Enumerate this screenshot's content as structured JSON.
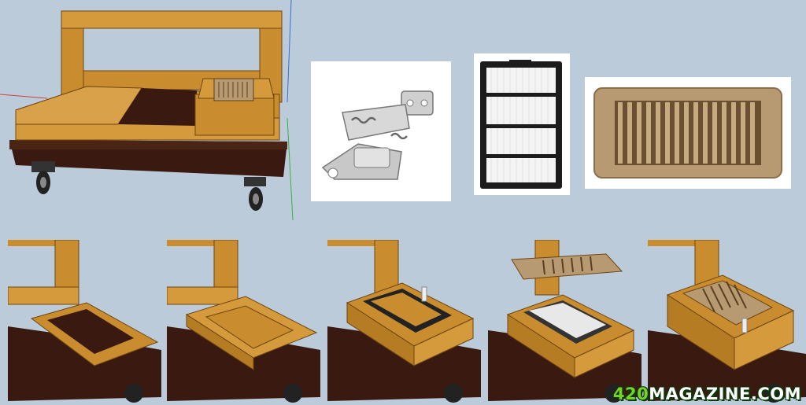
{
  "watermark": {
    "prefix": "420",
    "brand": "MAGAZINE",
    "suffix": ".COM"
  },
  "colors": {
    "background": "#bccbd9",
    "wood": "#c98d2f",
    "wood_dark": "#9a6418",
    "base": "#3a1a10",
    "vent": "#b89a72",
    "filter": "#1c1c1c"
  },
  "panels": {
    "main": "sketchup-cart-model",
    "latch": "toggle-latch-photo",
    "filter": "hepa-filter-photo",
    "vent": "floor-vent-photo",
    "steps": [
      "step-1-frame",
      "step-2-box",
      "step-3-filter-seat",
      "step-4-filter-and-vent",
      "step-5-assembled"
    ]
  }
}
